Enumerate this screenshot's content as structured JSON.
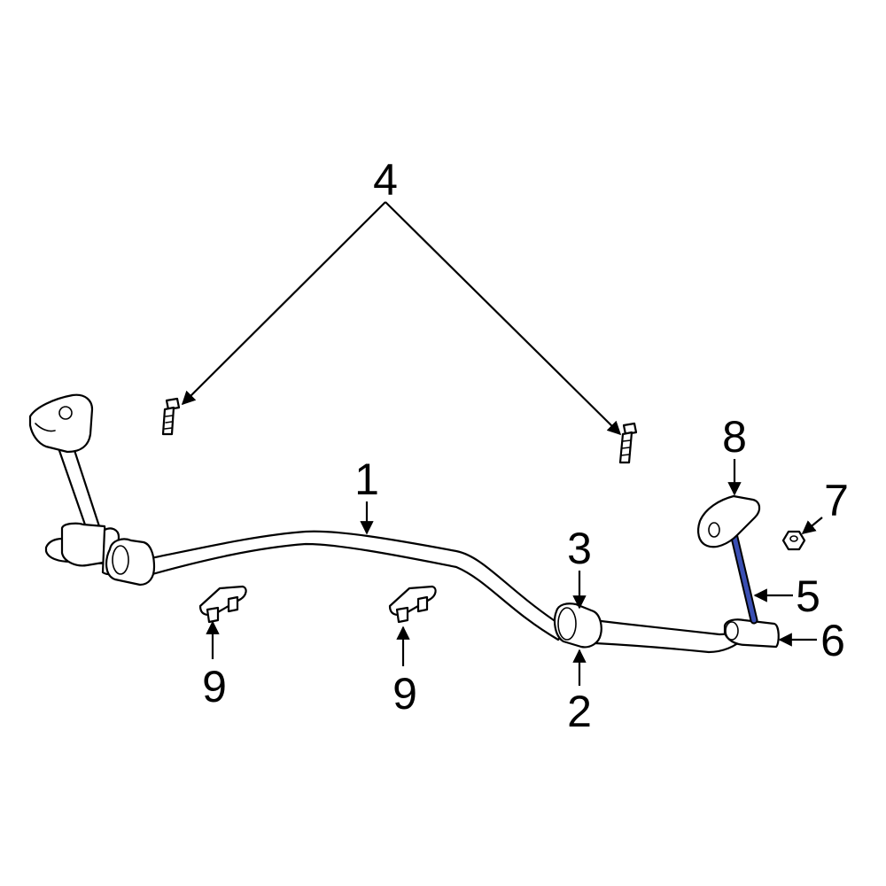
{
  "callouts": {
    "c1": "1",
    "c2": "2",
    "c3": "3",
    "c4": "4",
    "c5": "5",
    "c6": "6",
    "c7": "7",
    "c8": "8",
    "c9a": "9",
    "c9b": "9"
  },
  "colors": {
    "background": "#ffffff",
    "line": "#000000",
    "highlight": "#3a4fb3"
  },
  "highlighted_part": "5"
}
